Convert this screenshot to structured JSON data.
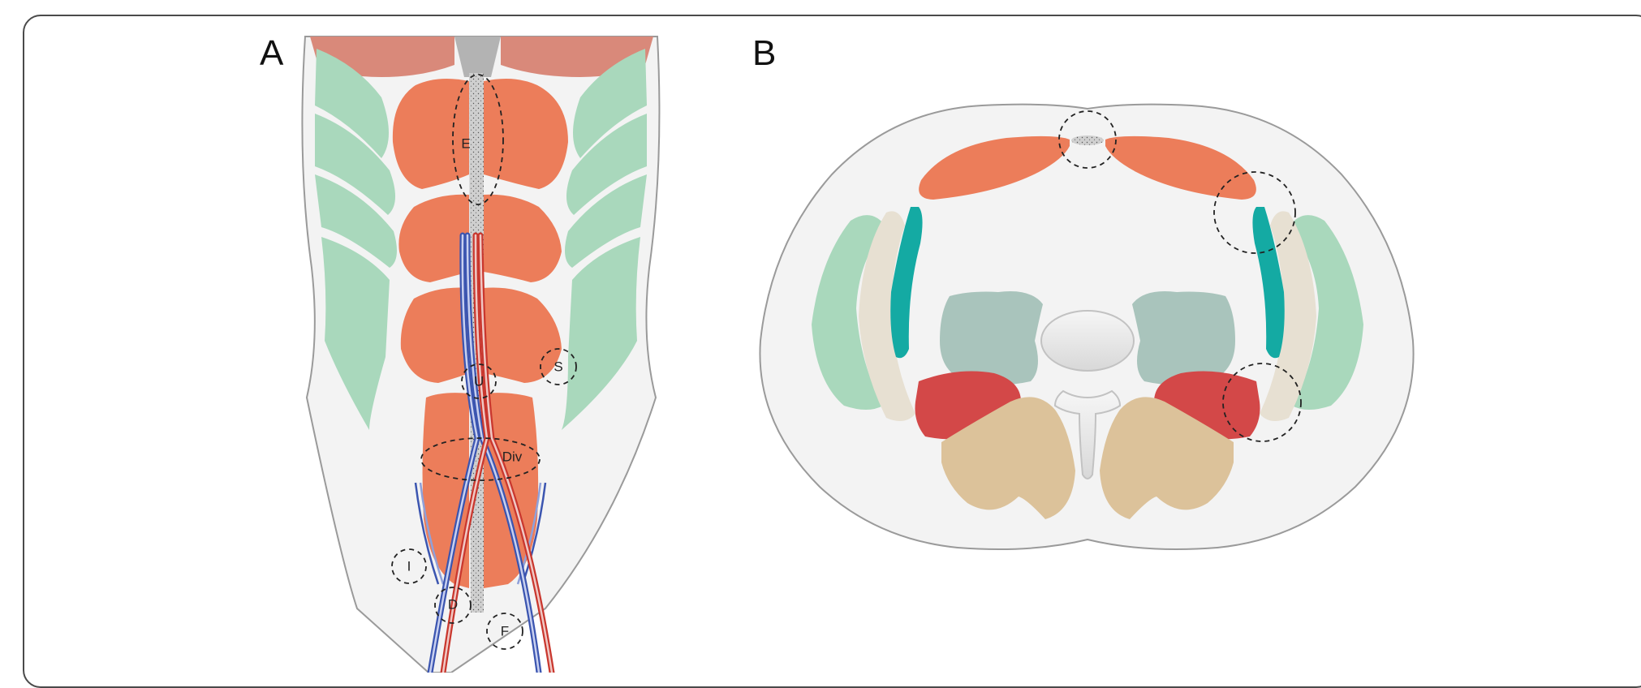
{
  "panels": [
    {
      "letter": "A"
    },
    {
      "letter": "B"
    }
  ],
  "panel_a_labels": {
    "E": "E",
    "S": "S",
    "U": "U",
    "Div": "Div",
    "I": "I",
    "D": "D",
    "F": "F"
  },
  "colors": {
    "rectus_orange": "#ec7d5a",
    "pectoral_top": "#d9897a",
    "external_oblique_green": "#a9d8bc",
    "transversus_teal": "#14aaa3",
    "internal_oblique_beige": "#e7e0d2",
    "psoas_grey": "#a9c4bc",
    "quadratus_red": "#d34848",
    "erector_tan": "#dcc29a",
    "vertebra_grey": "#e8e8e8",
    "linea_alba": "#cccccc",
    "artery_red": "#c9372e",
    "vein_blue": "#3b55b0",
    "body_fill": "#f3f3f3"
  }
}
